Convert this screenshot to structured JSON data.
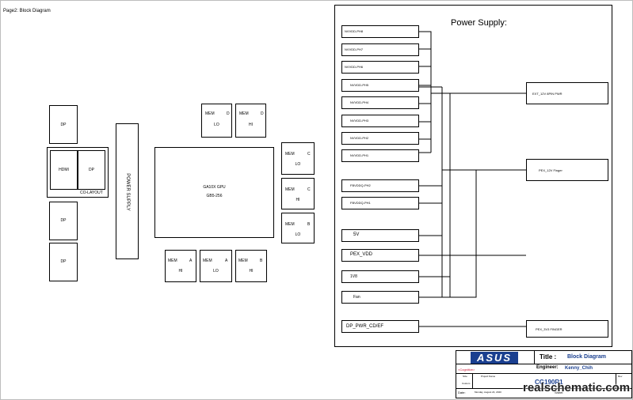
{
  "page_label": "Page2: Block Diagram",
  "left": {
    "dp1": "DP",
    "hdmi": "HDMI",
    "dp_co": "DP",
    "co_layout": "CO-LAYOUT",
    "dp3": "DP",
    "dp4": "DP",
    "power_supply": "POWER SUPPLY"
  },
  "gpu": {
    "line1": "GA10X GPU",
    "line2": "GB5-256"
  },
  "mem": [
    {
      "id": "D-LO",
      "name": "MEM",
      "ch": "D",
      "pos": "LO"
    },
    {
      "id": "D-HI",
      "name": "MEM",
      "ch": "D",
      "pos": "HI"
    },
    {
      "id": "C-LO",
      "name": "MEM",
      "ch": "C",
      "pos": "LO"
    },
    {
      "id": "C-HI",
      "name": "MEM",
      "ch": "C",
      "pos": "HI"
    },
    {
      "id": "B-LO",
      "name": "MEM",
      "ch": "B",
      "pos": "LO"
    },
    {
      "id": "A-HI",
      "name": "MEM",
      "ch": "A",
      "pos": "HI"
    },
    {
      "id": "A-LO",
      "name": "MEM",
      "ch": "A",
      "pos": "LO"
    },
    {
      "id": "B-HI",
      "name": "MEM",
      "ch": "B",
      "pos": "HI"
    }
  ],
  "power": {
    "title": "Power Supply:",
    "rails": [
      "NVVDD-PH8",
      "NVVDD-PH7",
      "NVVDD-PH6",
      "NVVDD-PH5",
      "NVVDD-PH4",
      "NVVDD-PH3",
      "NVVDD-PH2",
      "NVVDD-PH1"
    ],
    "fbvddq": [
      "FBVDDQ-PH2",
      "FBVDDQ-PH1"
    ],
    "misc": [
      "5V",
      "PEX_VDD",
      "1V8",
      "Fan"
    ],
    "dp_pwr": "DP_PWR_CD/EF",
    "inputs": [
      "EXT_12V 8PIN PWR",
      "PEX_12V Finger",
      "PEX_3V3 FINGER"
    ]
  },
  "title_block": {
    "logo": "ASUS",
    "title_label": "Title :",
    "title_value": "Block Diagram",
    "engineer_label": "Engineer:",
    "engineer_value": "Kenny_Chih",
    "company": "<Cognitive>",
    "size_label": "Size",
    "size_value": "Custom",
    "project_label": "Project Name",
    "project_value": "CG190R1",
    "rev_label": "Rev",
    "date_label": "Date:",
    "date_value": "Monday, August 24, 2020",
    "sheet_label": "Sheet"
  },
  "watermark": "realschematic.com",
  "colors": {
    "logo": "#1a3f8f",
    "title_text": "#1a3f8f",
    "red_text": "#c8102e"
  }
}
